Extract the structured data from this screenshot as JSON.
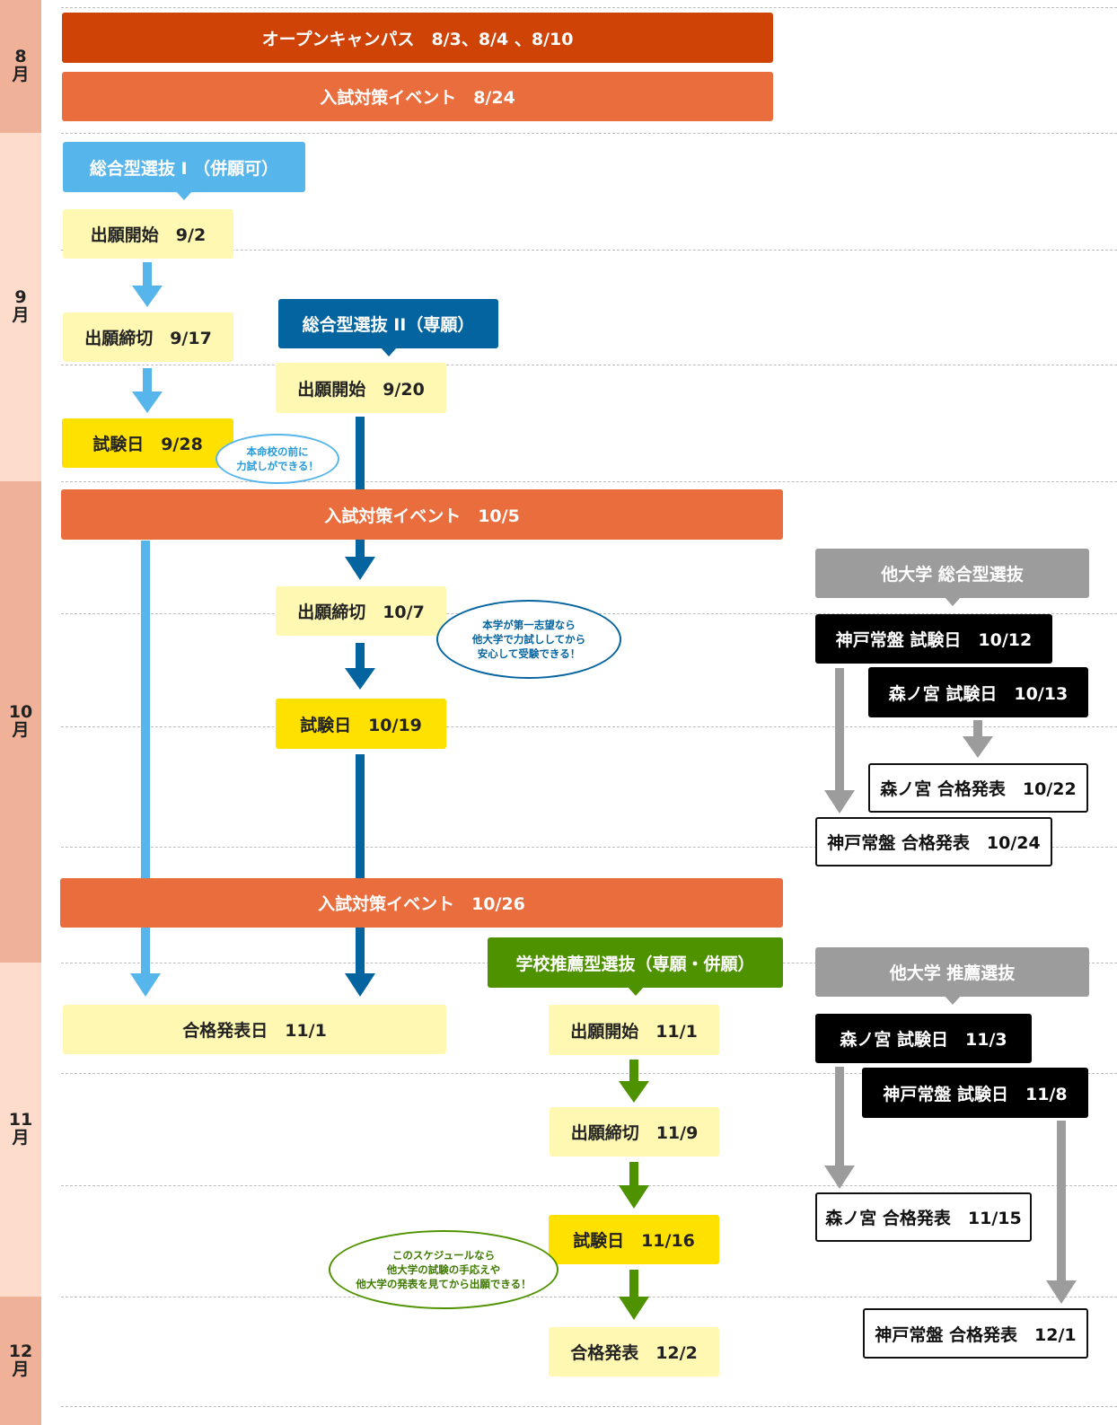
{
  "months": [
    {
      "num": "8",
      "unit": "月"
    },
    {
      "num": "9",
      "unit": "月"
    },
    {
      "num": "10",
      "unit": "月"
    },
    {
      "num": "11",
      "unit": "月"
    },
    {
      "num": "12",
      "unit": "月"
    }
  ],
  "events": {
    "open_campus": "オープンキャンパス　8/3、8/4 、8/10",
    "prep_0824": "入試対策イベント　8/24",
    "prep_1005": "入試対策イベント　10/5",
    "prep_1026": "入試対策イベント　10/26"
  },
  "sogo1": {
    "header": "総合型選抜 I （併願可）",
    "apply_start": "出願開始　9/2",
    "apply_end": "出願締切　9/17",
    "exam": "試験日　9/28",
    "bubble": [
      "本命校の前に",
      "力試しができる！"
    ]
  },
  "sogo2": {
    "header": "総合型選抜 II（専願）",
    "apply_start": "出願開始　9/20",
    "apply_end": "出願締切　10/7",
    "exam": "試験日　10/19",
    "bubble": [
      "本学が第一志望なら",
      "他大学で力試ししてから",
      "安心して受験できる！"
    ]
  },
  "result_1101": "合格発表日　11/1",
  "suisen": {
    "header": "学校推薦型選抜（専願・併願）",
    "apply_start": "出願開始　11/1",
    "apply_end": "出願締切　11/9",
    "exam": "試験日　11/16",
    "result": "合格発表　12/2",
    "bubble": [
      "このスケジュールなら",
      "他大学の試験の手応えや",
      "他大学の発表を見てから出願できる！"
    ]
  },
  "other_sogo": {
    "header": "他大学 総合型選抜",
    "kobe_exam": "神戸常盤 試験日　10/12",
    "morinomiya_exam": "森ノ宮 試験日　10/13",
    "morinomiya_result": "森ノ宮 合格発表　10/22",
    "kobe_result": "神戸常盤 合格発表　10/24"
  },
  "other_suisen": {
    "header": "他大学 推薦選抜",
    "morinomiya_exam": "森ノ宮 試験日　11/3",
    "kobe_exam": "神戸常盤 試験日　11/8",
    "morinomiya_result": "森ノ宮 合格発表　11/15",
    "kobe_result": "神戸常盤 合格発表　12/1"
  },
  "colors": {
    "sky": "#56b5ea",
    "navy": "#04649f",
    "green": "#4f9200",
    "gray": "#9c9c9c",
    "red": "#cf4307",
    "orange": "#ea6d3d"
  }
}
